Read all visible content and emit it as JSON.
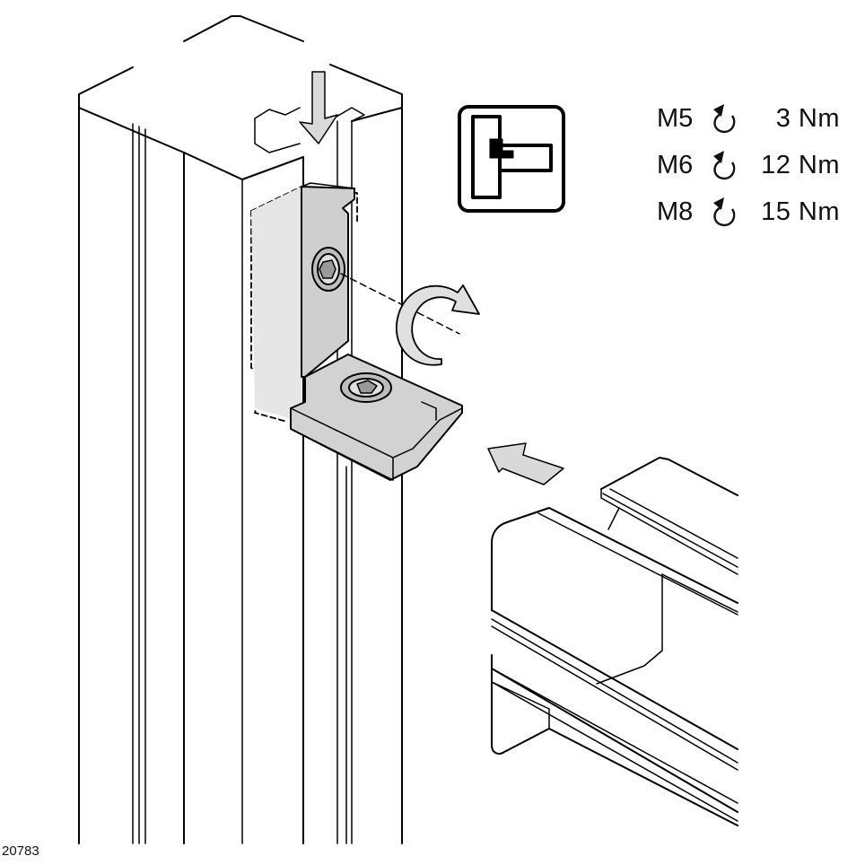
{
  "figure_id": "20783",
  "torque_table": {
    "rotation_icon": "clockwise-rotation-icon",
    "rows": [
      {
        "size": "M5",
        "value": "3 Nm"
      },
      {
        "size": "M6",
        "value": "12 Nm"
      },
      {
        "size": "M8",
        "value": "15 Nm"
      }
    ]
  },
  "symbol_icon": "angle-bracket-mounting-symbol-icon",
  "colors": {
    "line": "#000000",
    "fill_part": "#cccccc",
    "fill_shadow": "#e6e6e6"
  }
}
